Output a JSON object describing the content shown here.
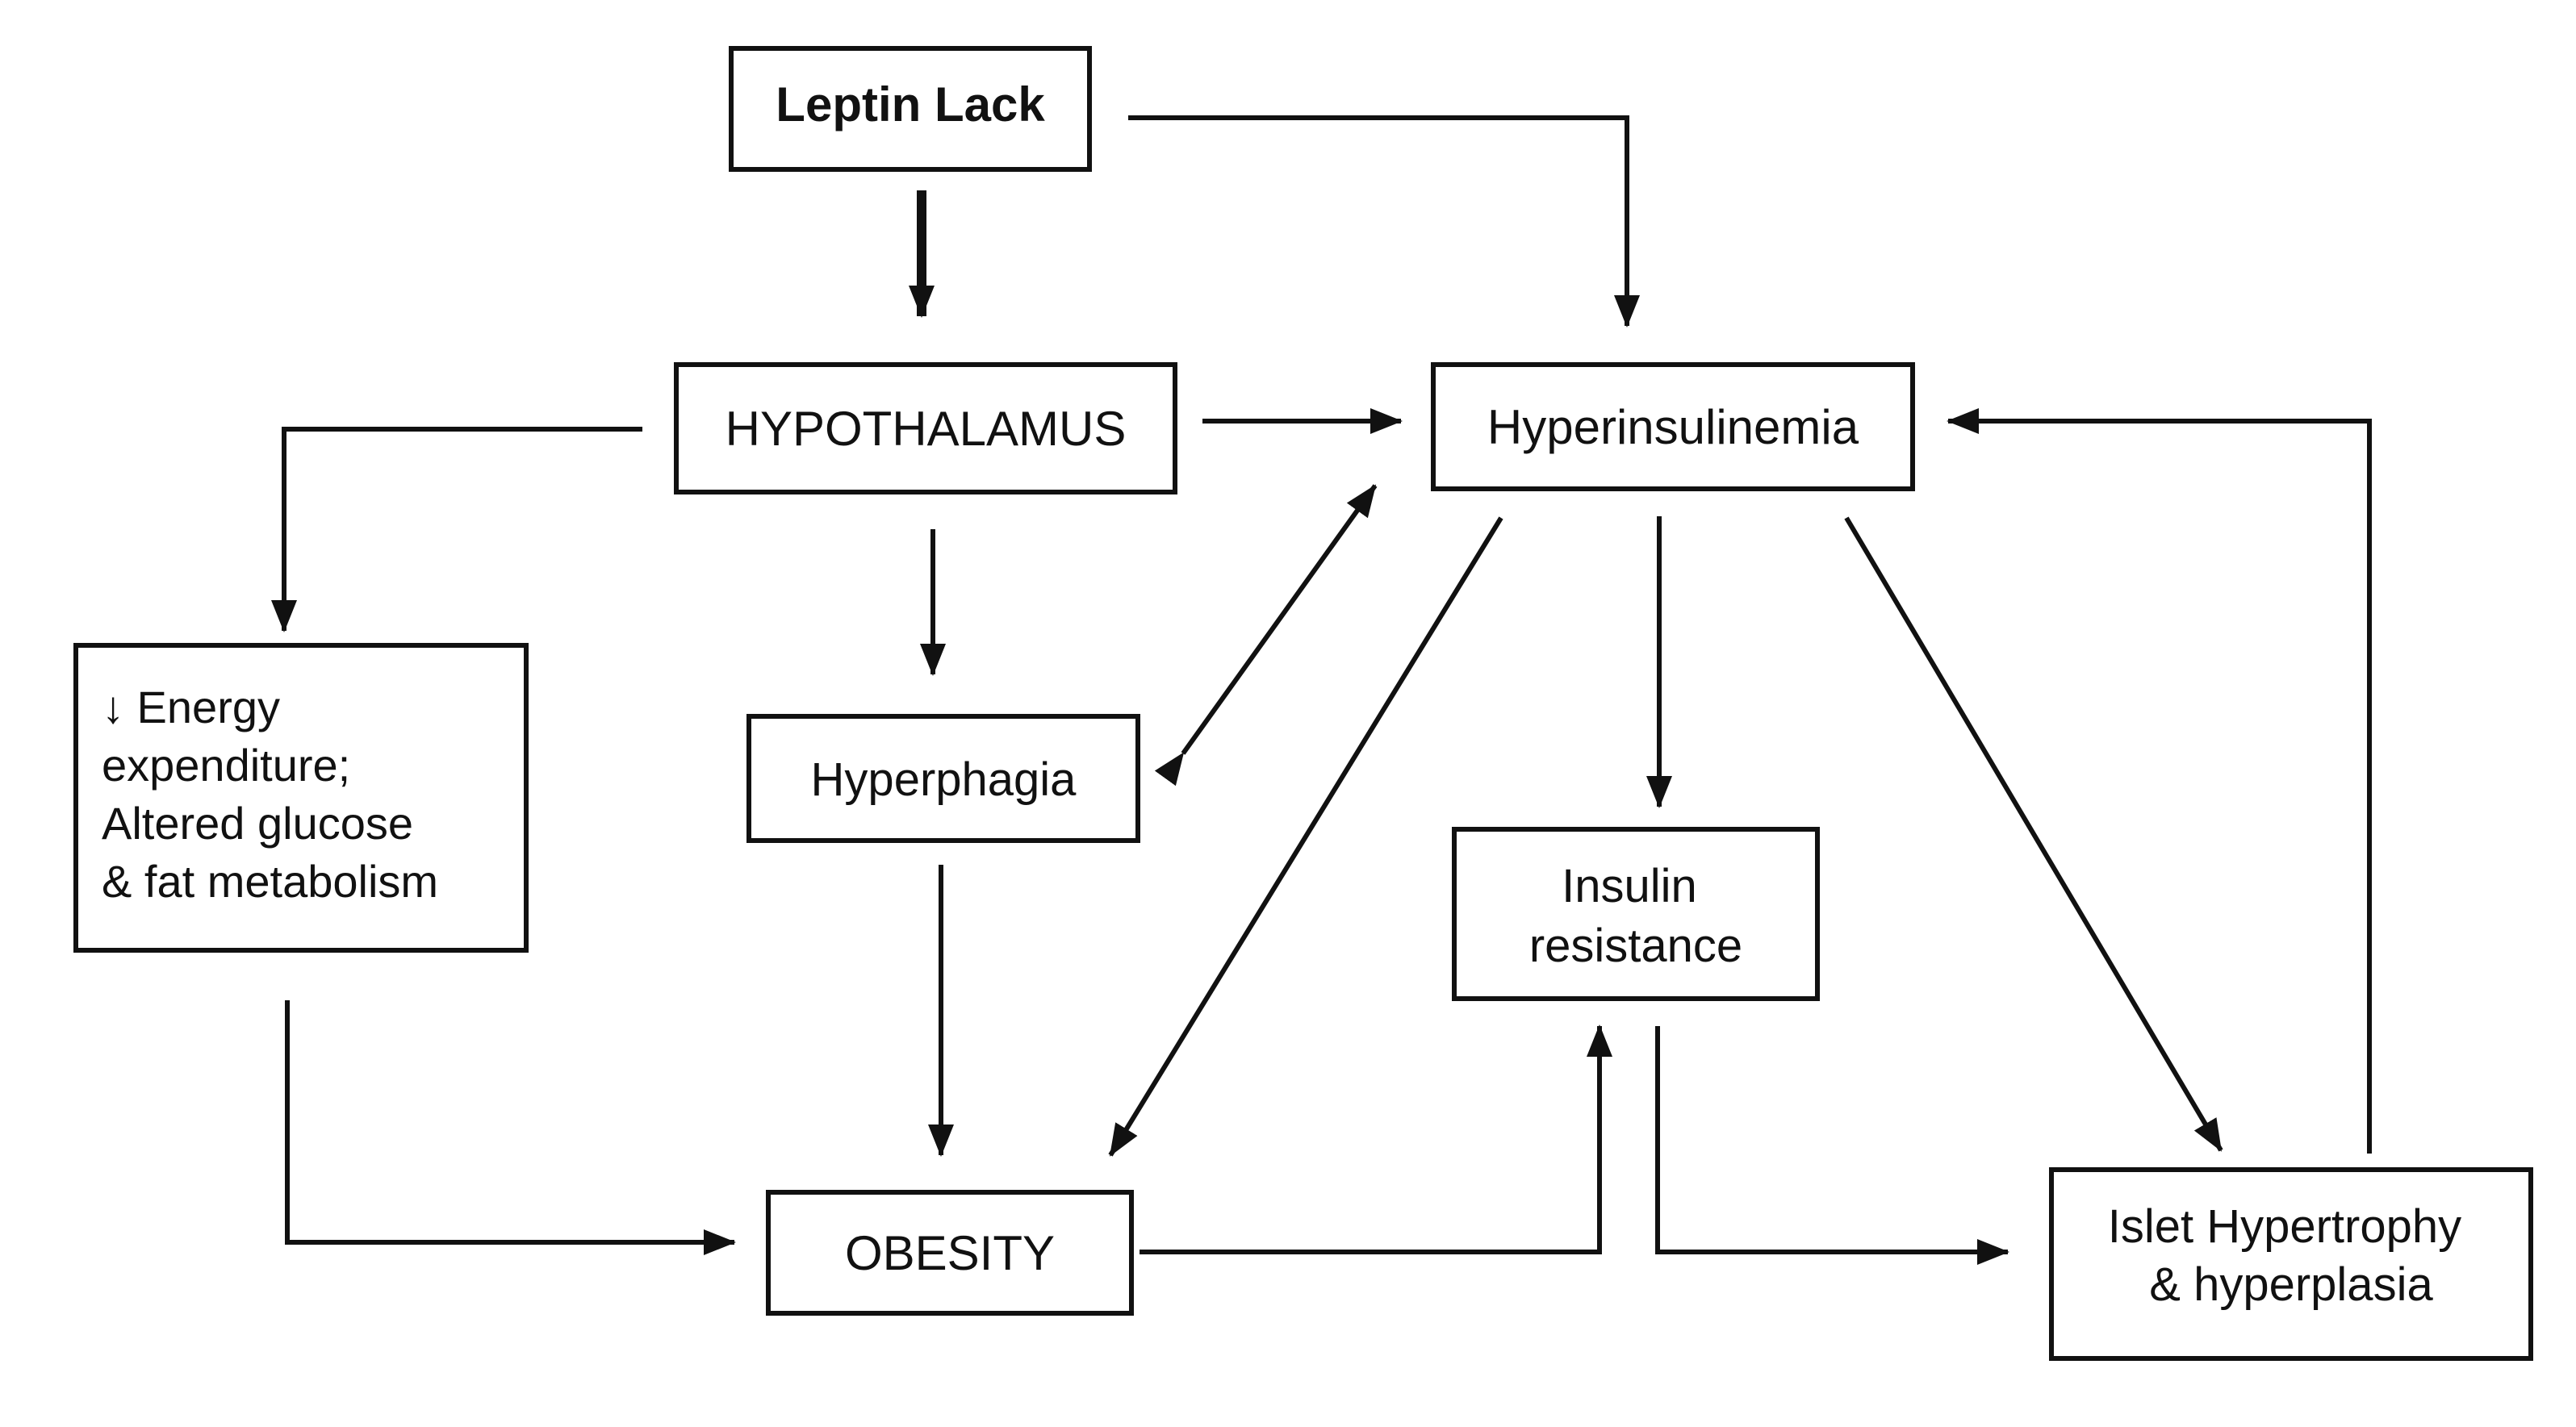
{
  "diagram": {
    "nodes": {
      "leptin_lack": [
        "Leptin Lack"
      ],
      "hypothalamus": [
        "HYPOTHALAMUS"
      ],
      "hyperinsulinemia": [
        "Hyperinsulinemia"
      ],
      "energy": [
        "↓ Energy",
        "expenditure;",
        "Altered glucose",
        "& fat metabolism"
      ],
      "hyperphagia": [
        "Hyperphagia"
      ],
      "insulin_resistance": [
        "Insulin",
        "resistance"
      ],
      "obesity": [
        "OBESITY"
      ],
      "islet": [
        "Islet Hypertrophy",
        "& hyperplasia"
      ]
    },
    "colors": {
      "stroke": "#111111",
      "background": "#ffffff"
    }
  }
}
